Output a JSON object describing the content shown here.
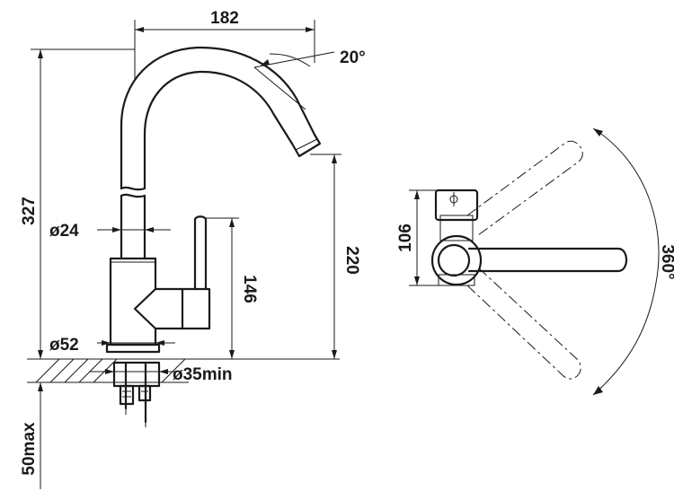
{
  "dimensions": {
    "width_top": "182",
    "spout_angle": "20°",
    "total_height": "327",
    "spout_height": "220",
    "lever_height": "146",
    "diameter_column": "ø24",
    "diameter_base": "ø52",
    "hole_diameter": "ø35min",
    "deck_thickness": "50max",
    "top_view_depth": "106",
    "rotation": "360°"
  },
  "colors": {
    "line": "#1a1a1a",
    "background": "#ffffff"
  }
}
